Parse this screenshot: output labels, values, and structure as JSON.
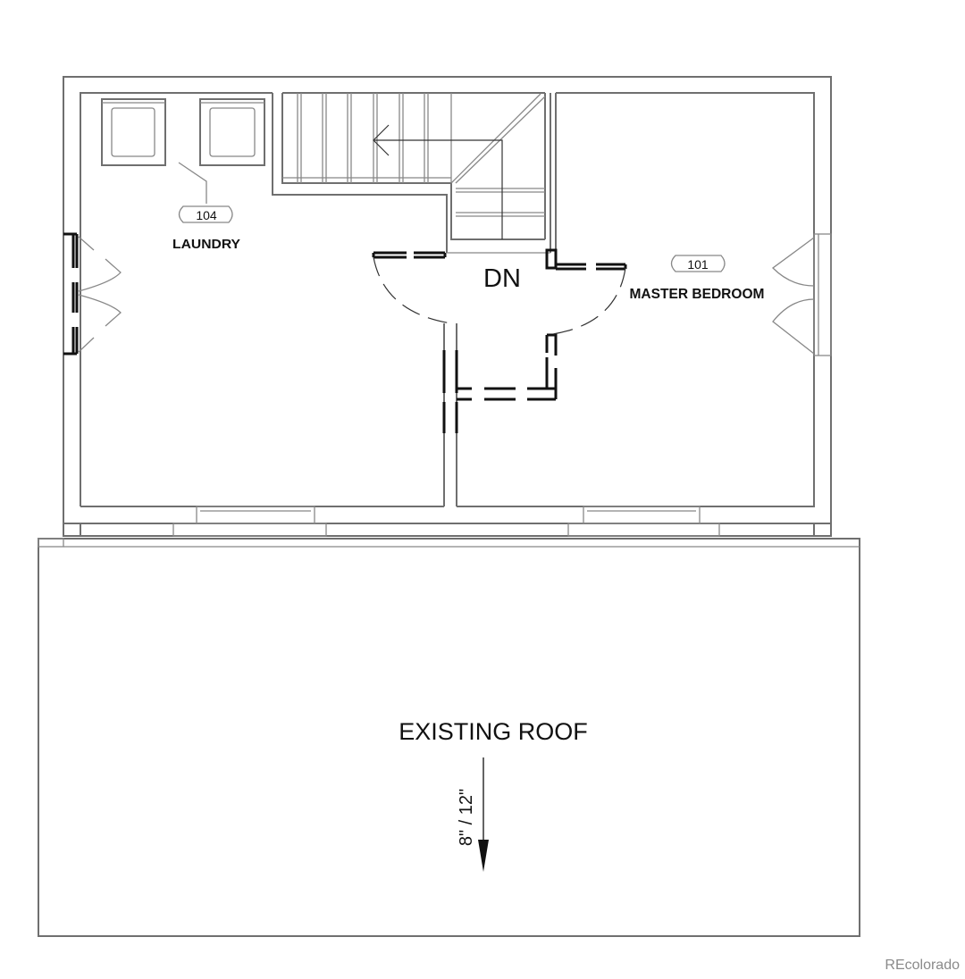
{
  "rooms": [
    {
      "number": "104",
      "name": "LAUNDRY"
    },
    {
      "number": "101",
      "name": "MASTER BEDROOM"
    }
  ],
  "stair_label": "DN",
  "roof": {
    "label": "EXISTING ROOF",
    "pitch": "8\" / 12\""
  },
  "watermark": "REcolorado",
  "colors": {
    "line": "#6f6f6f",
    "text": "#111111",
    "watermark": "#8a8a8a"
  }
}
